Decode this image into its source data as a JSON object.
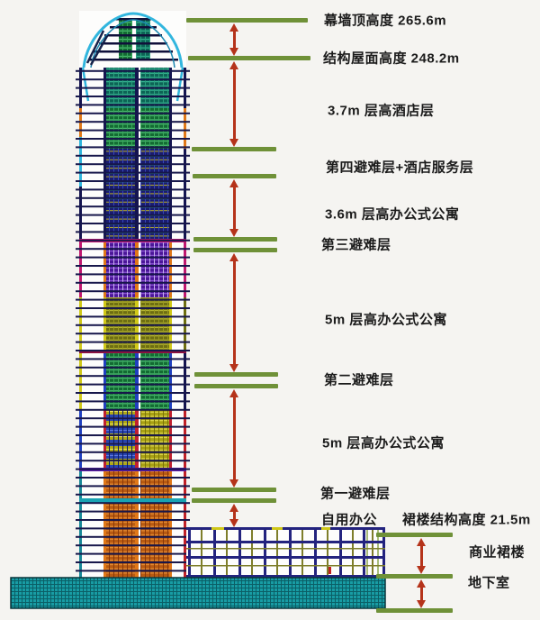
{
  "figure": {
    "kind": "building-elevation-height-annotation"
  },
  "colors": {
    "background": "#f5f4f1",
    "annotation_bar_green": "#6f9138",
    "dimension_arrow_red": "#b5331a",
    "label_text": "#1b1b1b",
    "basement_fill": "#189ca4",
    "podium_frame_navy": "#23237e"
  },
  "annotations": {
    "items": [
      {
        "id": "curtain-wall-top",
        "text": "幕墙顶高度  265.6m"
      },
      {
        "id": "structural-roof",
        "text": "结构屋面高度 248.2m"
      },
      {
        "id": "hotel-zone",
        "text": "3.7m 层高酒店层"
      },
      {
        "id": "refuge-4",
        "text": "第四避难层+酒店服务层"
      },
      {
        "id": "apartment-3-6",
        "text": "3.6m 层高办公式公寓"
      },
      {
        "id": "refuge-3",
        "text": "第三避难层"
      },
      {
        "id": "apartment-5m-upper",
        "text": "5m 层高办公式公寓"
      },
      {
        "id": "refuge-2",
        "text": "第二避难层"
      },
      {
        "id": "apartment-5m-lower",
        "text": "5m 层高办公式公寓"
      },
      {
        "id": "refuge-1",
        "text": "第一避难层"
      },
      {
        "id": "own-office",
        "text": "自用办公"
      },
      {
        "id": "podium-height",
        "text": "裙楼结构高度 21.5m"
      },
      {
        "id": "commercial-podium",
        "text": "商业裙楼"
      },
      {
        "id": "basement",
        "text": "地下室"
      }
    ]
  }
}
